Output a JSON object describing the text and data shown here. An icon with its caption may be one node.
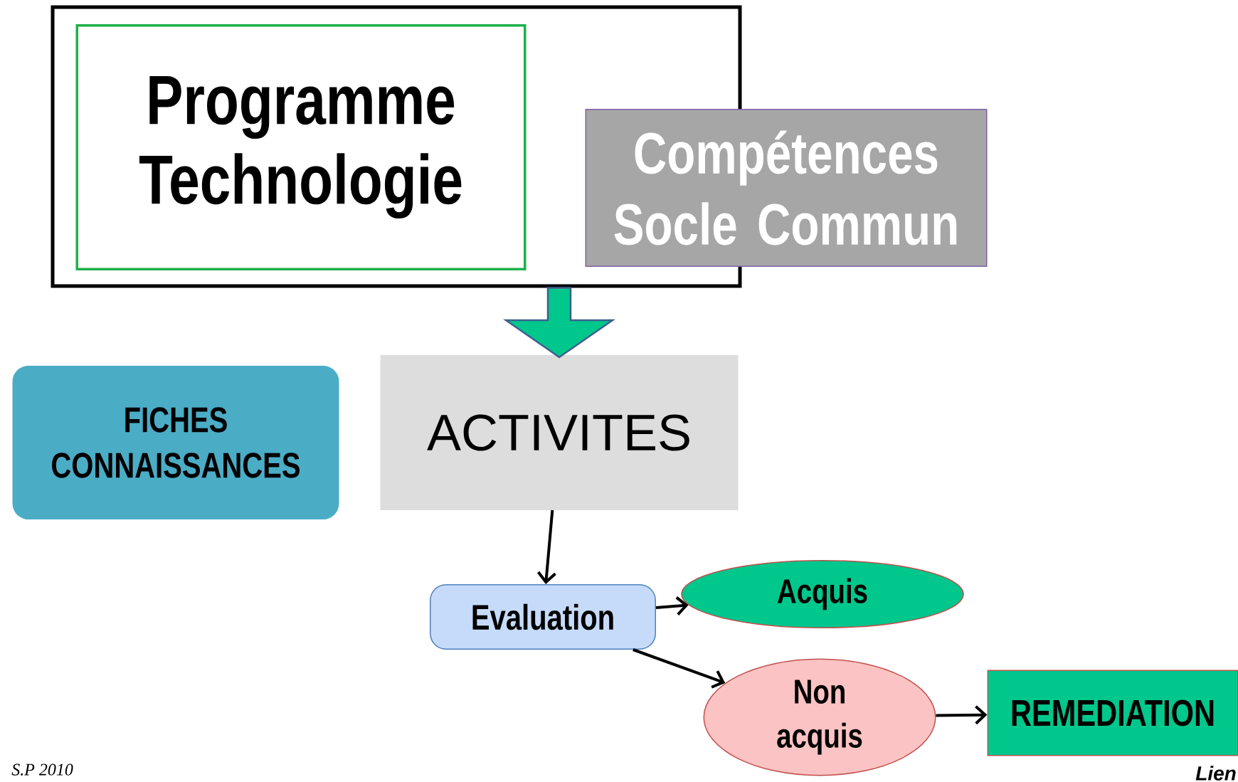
{
  "diagram": {
    "nodes": [
      {
        "text": [],
        "shape": "box"
      },
      {
        "text": [
          "Programme Technologie"
        ],
        "in": 0
      },
      {
        "text": [
          "Compétences Socle Commun"
        ]
      },
      {
        "text": [
          "FICHES CONNAISSANCES"
        ]
      },
      {
        "text": [
          "ACTIVITES"
        ]
      },
      {
        "text": [
          "Evaluation"
        ]
      },
      {
        "text": [
          "Acquis"
        ]
      },
      {
        "text": [
          "Non acquis"
        ]
      },
      {
        "text": [
          "REMEDIATION"
        ]
      }
    ],
    "edges": [
      {
        "from": 0,
        "to": 4,
        "arrow": "to",
        "style": "thick",
        "color": "#00c78c"
      },
      {
        "from": 4,
        "to": 5,
        "arrow": "to"
      },
      {
        "from": 5,
        "to": 6,
        "arrow": "to"
      },
      {
        "from": 5,
        "to": 7,
        "arrow": "to"
      },
      {
        "from": 7,
        "to": 8,
        "arrow": "to"
      }
    ],
    "labels": [
      "S.P 2010",
      "Lien"
    ]
  }
}
